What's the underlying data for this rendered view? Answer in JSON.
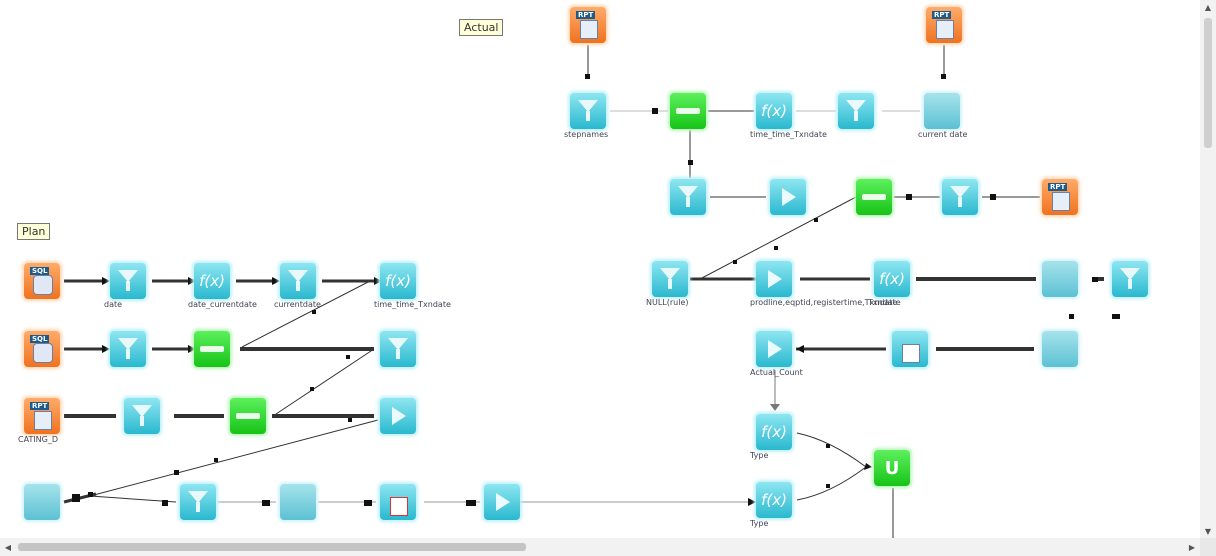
{
  "notes": {
    "actual": "Actual",
    "plan": "Plan"
  },
  "nodes": [
    {
      "label": "",
      "kind": "rpt"
    },
    {
      "label": "",
      "kind": "rpt"
    },
    {
      "label": "stepnames",
      "kind": "filter"
    },
    {
      "label": "",
      "kind": "join"
    },
    {
      "label": "time_time_Txndate",
      "kind": "expr"
    },
    {
      "label": "",
      "kind": "filter"
    },
    {
      "label": "current date",
      "kind": "blur"
    },
    {
      "label": "",
      "kind": "filter"
    },
    {
      "label": "",
      "kind": "play"
    },
    {
      "label": "",
      "kind": "join"
    },
    {
      "label": "",
      "kind": "filter"
    },
    {
      "label": "",
      "kind": "rpt"
    },
    {
      "label": "NULL(rule)",
      "kind": "filter"
    },
    {
      "label": "prodline,eqptid,registertime,Txndate",
      "kind": "play"
    },
    {
      "label": "Txndate",
      "kind": "expr"
    },
    {
      "label": "",
      "kind": "blur"
    },
    {
      "label": "",
      "kind": "filter"
    },
    {
      "label": "Actual_Count",
      "kind": "play"
    },
    {
      "label": "",
      "kind": "sort"
    },
    {
      "label": "",
      "kind": "blur"
    },
    {
      "label": "Type",
      "kind": "expr"
    },
    {
      "label": "Type",
      "kind": "expr"
    },
    {
      "label": "",
      "kind": "union"
    },
    {
      "label": "",
      "kind": "sql"
    },
    {
      "label": "date",
      "kind": "filter"
    },
    {
      "label": "date_currentdate",
      "kind": "expr"
    },
    {
      "label": "currentdate",
      "kind": "filter"
    },
    {
      "label": "time_time_Txndate",
      "kind": "expr"
    },
    {
      "label": "",
      "kind": "sql"
    },
    {
      "label": "",
      "kind": "filter"
    },
    {
      "label": "",
      "kind": "join"
    },
    {
      "label": "",
      "kind": "filter"
    },
    {
      "label": "CATING_D",
      "kind": "rpt"
    },
    {
      "label": "",
      "kind": "filter"
    },
    {
      "label": "",
      "kind": "join"
    },
    {
      "label": "",
      "kind": "play"
    },
    {
      "label": "",
      "kind": "blur"
    },
    {
      "label": "",
      "kind": "filter"
    },
    {
      "label": "",
      "kind": "blur"
    },
    {
      "label": "",
      "kind": "doc"
    },
    {
      "label": "",
      "kind": "play"
    }
  ],
  "scrollbars": {
    "vertical_up": "▲",
    "vertical_down": "▼",
    "horizontal_left": "◀",
    "horizontal_right": "▶"
  },
  "colors": {
    "teal": "#2ab8cf",
    "green": "#17c317",
    "orange": "#f0721f",
    "note_bg": "#ffffd8"
  }
}
